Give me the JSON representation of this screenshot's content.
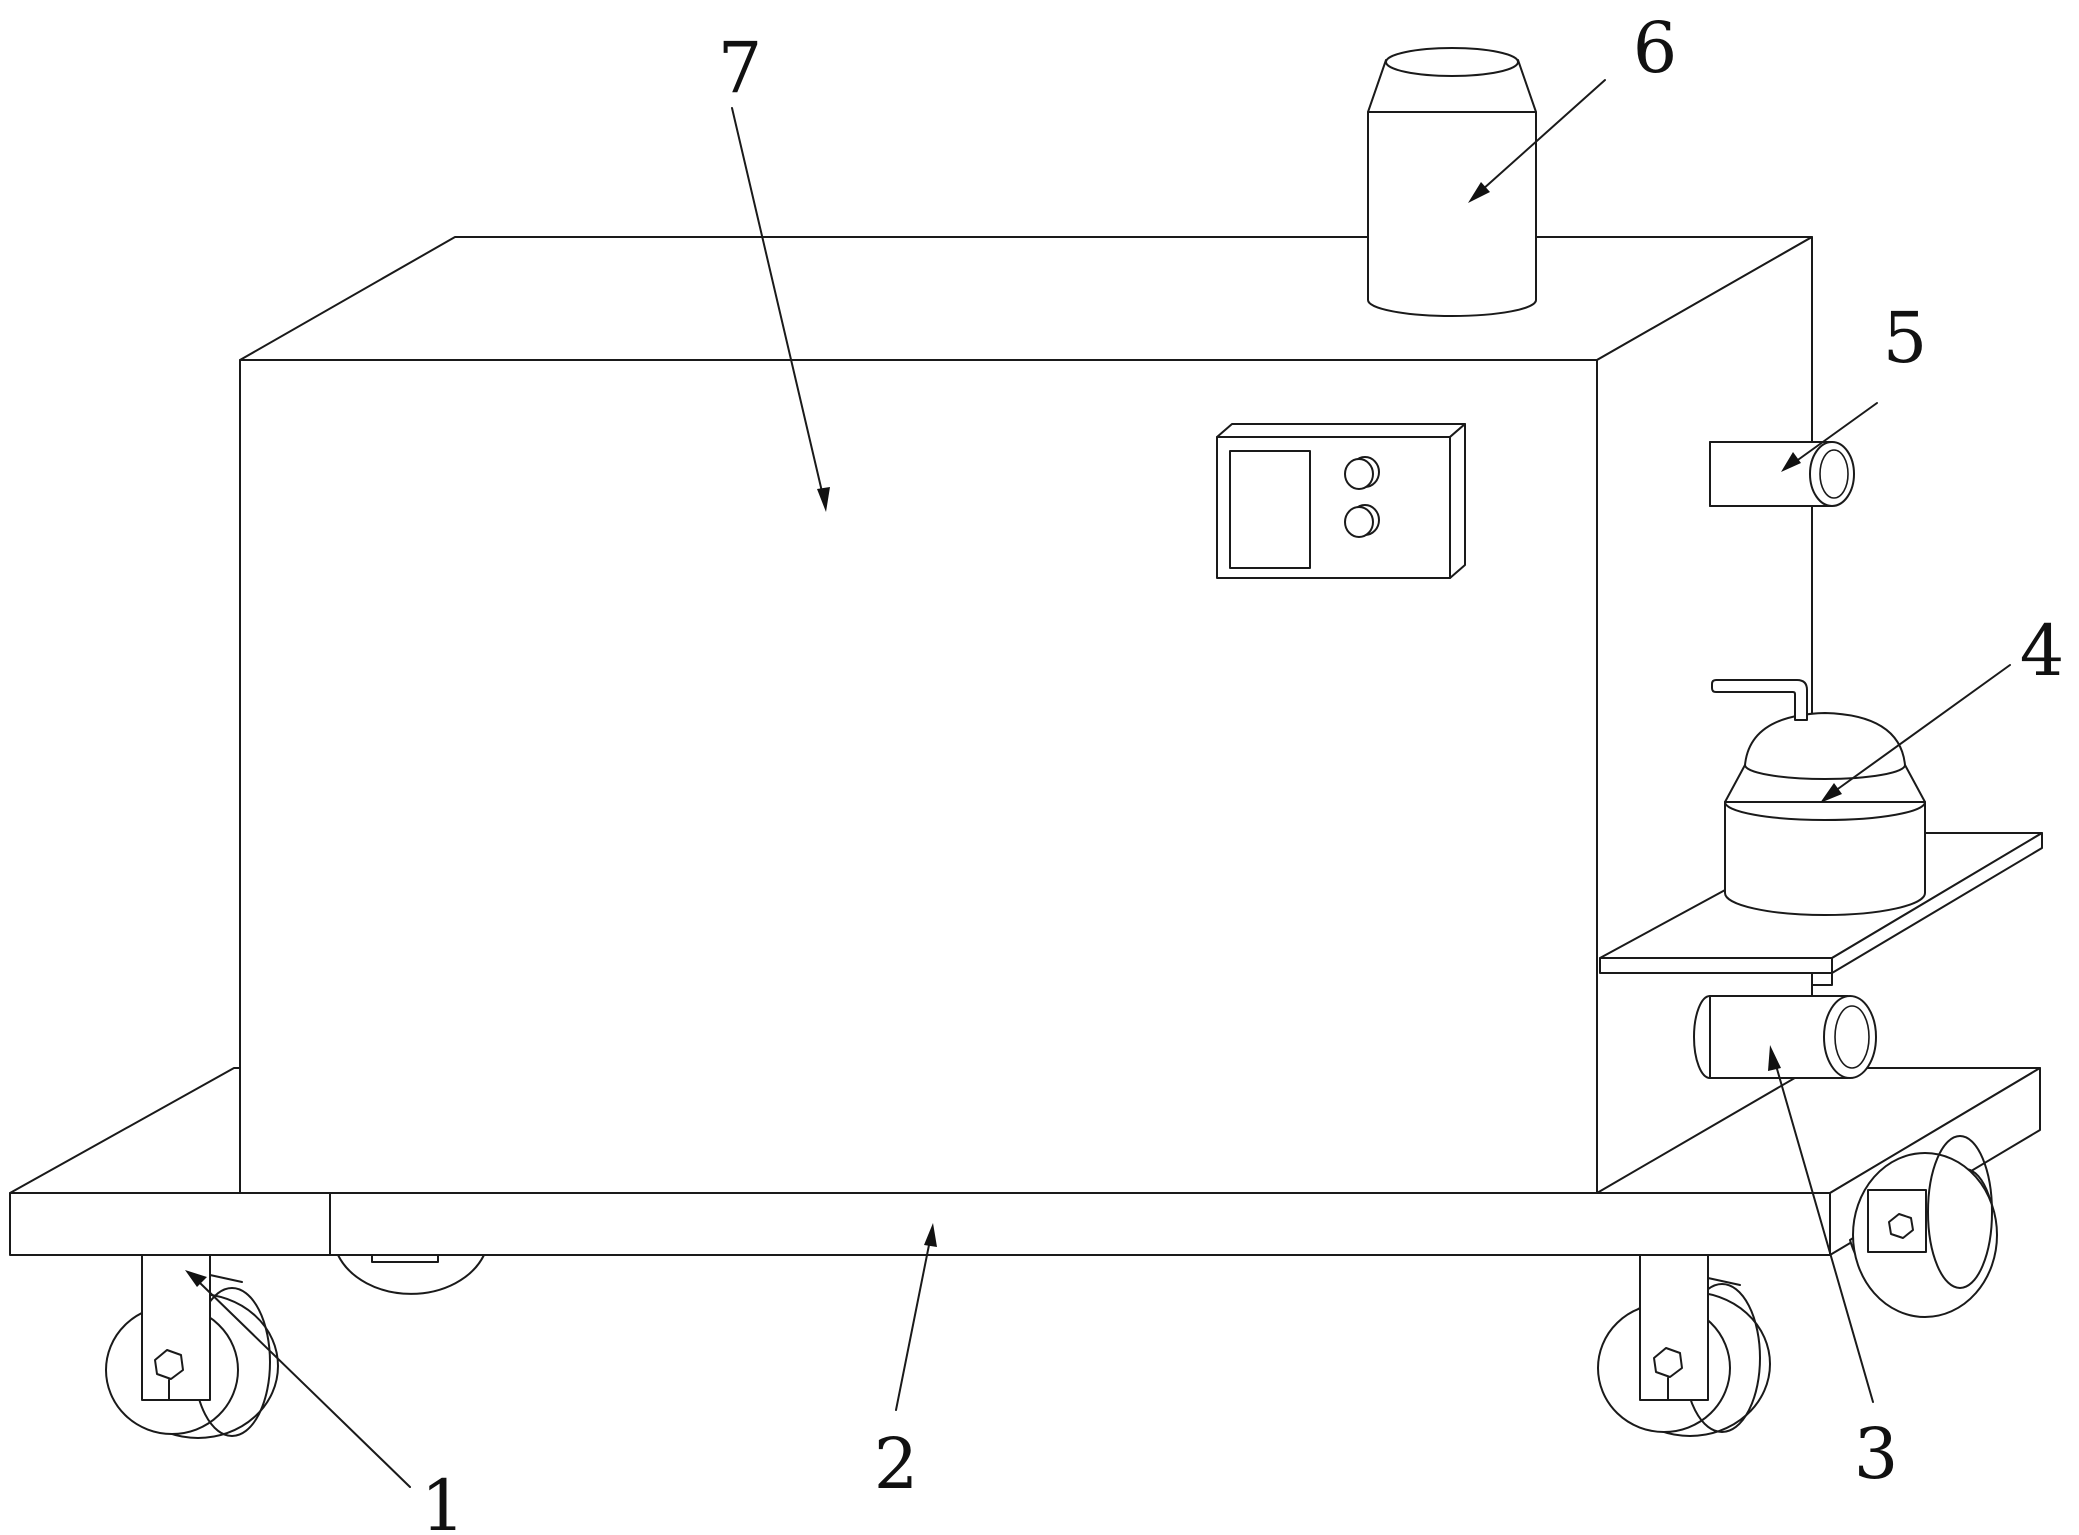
{
  "colors": {
    "line": "#1a1a1a",
    "background": "#ffffff"
  },
  "labels": {
    "l1": "1",
    "l2": "2",
    "l3": "3",
    "l4": "4",
    "l5": "5",
    "l6": "6",
    "l7": "7"
  }
}
